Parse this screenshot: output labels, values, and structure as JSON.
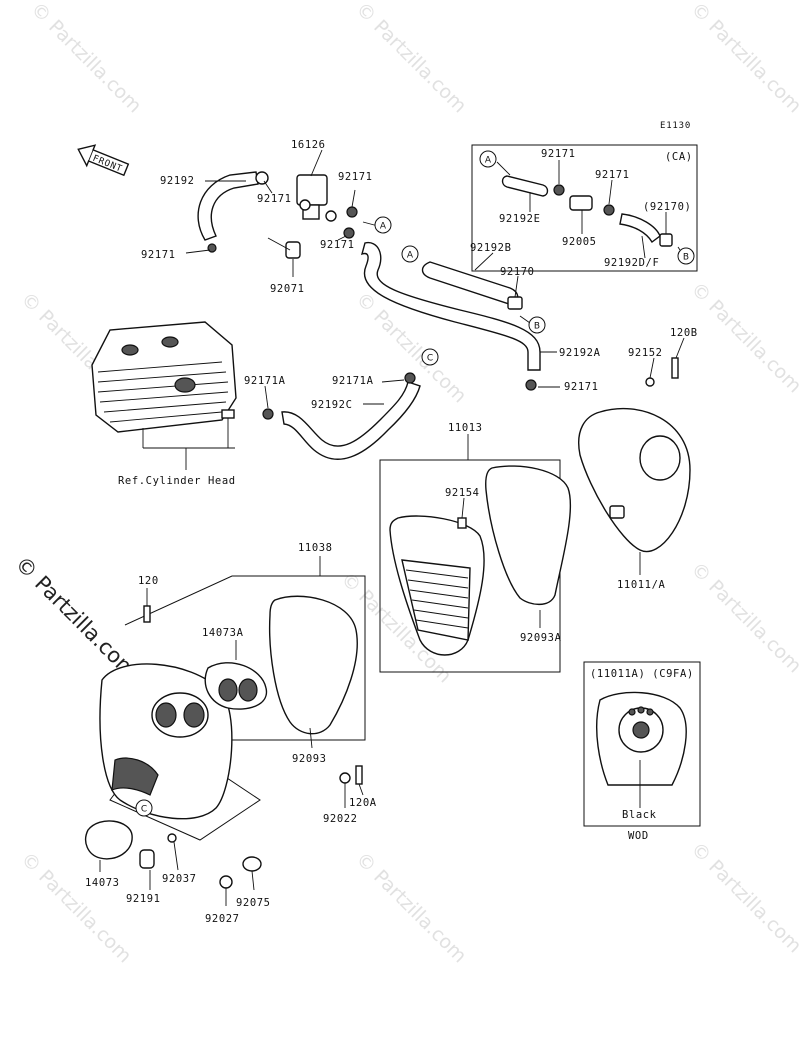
{
  "diagram": {
    "code": "E1130",
    "front_label": "FRONT",
    "ref_label": "Ref.Cylinder Head",
    "inset_ca": {
      "region_label": "(CA)"
    },
    "inset_wod": {
      "header": "(11011A) (C9FA)",
      "color_label": "Black",
      "footer": "WOD"
    },
    "callouts": [
      "A",
      "B",
      "C"
    ],
    "parts": {
      "p16126": "16126",
      "p92192": "92192",
      "p92171_a": "92171",
      "p92171_b": "92171",
      "p92171_c": "92171",
      "p92171_d": "92171",
      "p92071": "92071",
      "p92192b": "92192B",
      "p92170": "92170",
      "p92192a": "92192A",
      "p92171_e": "92171",
      "p92171A_1": "92171A",
      "p92171A_2": "92171A",
      "p92192c": "92192C",
      "p120b": "120B",
      "p92152": "92152",
      "p11013": "11013",
      "p92154": "92154",
      "p11011a": "11011/A",
      "p92093a": "92093A",
      "p11038": "11038",
      "p120": "120",
      "p14073a": "14073A",
      "p92093": "92093",
      "p92022": "92022",
      "p120a": "120A",
      "p14073": "14073",
      "p92037": "92037",
      "p92191": "92191",
      "p92027": "92027",
      "p92075": "92075",
      "ca_92171_a": "92171",
      "ca_92171_b": "92171",
      "ca_92192e": "92192E",
      "ca_92005": "92005",
      "ca_92170": "(92170)",
      "ca_92192df": "92192D/F"
    },
    "watermark": "© Partzilla.com"
  }
}
